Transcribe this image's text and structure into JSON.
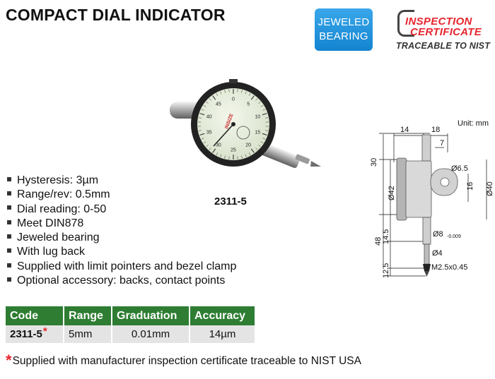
{
  "title": "COMPACT DIAL INDICATOR",
  "badge": {
    "line1": "JEWELED",
    "line2": "BEARING"
  },
  "certificate": {
    "line1": "INSPECTION",
    "line2": "CERTIFICATE",
    "line3": "TRACEABLE TO NIST"
  },
  "product_image": {
    "model": "2311-5",
    "brand": "INSIZE",
    "dial_numbers": [
      "0",
      "5",
      "10",
      "15",
      "20",
      "25",
      "30",
      "35",
      "40",
      "45"
    ]
  },
  "features": [
    "Hysteresis: 3µm",
    "Range/rev: 0.5mm",
    "Dial reading: 0-50",
    "Meet DIN878",
    "Jeweled bearing",
    "With lug back",
    "Supplied with limit pointers and bezel clamp",
    "Optional accessory: backs, contact points"
  ],
  "drawing": {
    "unit": "Unit: mm",
    "dims": {
      "d14": "14",
      "d18": "18",
      "d7": "7",
      "d30": "30",
      "d6_5": "Ø6.5",
      "d42": "Ø42",
      "d16": "16",
      "d40": "Ø40",
      "d48": "48",
      "d14_5": "14.5",
      "d8": "Ø8",
      "d8_tol": "-0.009",
      "d4": "Ø4",
      "d12_5": "12.5",
      "thread": "M2.5x0.45"
    }
  },
  "table": {
    "headers": [
      "Code",
      "Range",
      "Graduation",
      "Accuracy"
    ],
    "rows": [
      {
        "code": "2311-5",
        "star": "*",
        "range": "5mm",
        "graduation": "0.01mm",
        "accuracy": "14µm"
      }
    ]
  },
  "footnote": {
    "star": "*",
    "text": "Supplied with manufacturer inspection certificate traceable to NIST USA"
  }
}
